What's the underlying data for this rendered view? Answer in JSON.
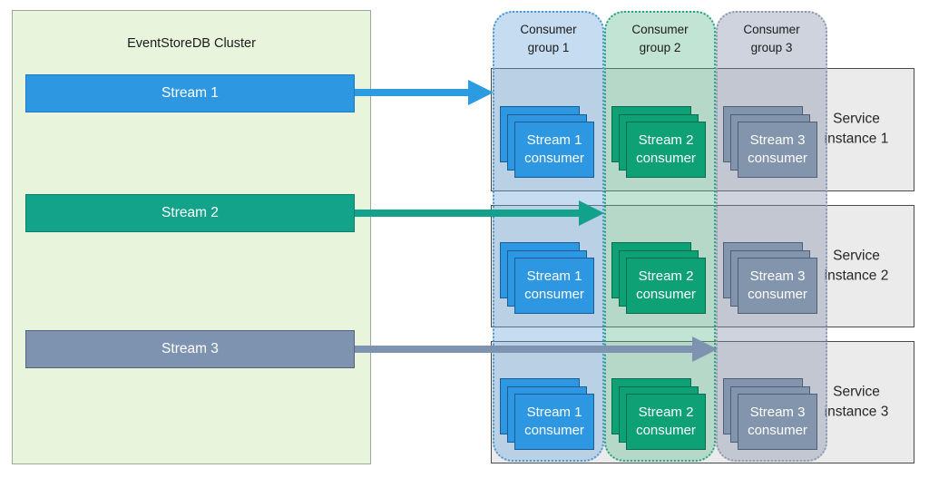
{
  "cluster": {
    "title": "EventStoreDB Cluster",
    "streams": [
      {
        "label": "Stream 1",
        "color": "#2e97e2"
      },
      {
        "label": "Stream 2",
        "color": "#13a28a"
      },
      {
        "label": "Stream 3",
        "color": "#7e93b0"
      }
    ]
  },
  "consumer_groups": [
    {
      "line1": "Consumer",
      "line2": "group 1",
      "fill": "#c6ddf1",
      "border": "#4a96d2"
    },
    {
      "line1": "Consumer",
      "line2": "group 2",
      "fill": "#c2e4d4",
      "border": "#2aa184"
    },
    {
      "line1": "Consumer",
      "line2": "group 3",
      "fill": "#ced3de",
      "border": "#8f99ad"
    }
  ],
  "service_instances": [
    {
      "line1": "Service",
      "line2": "instance 1"
    },
    {
      "line1": "Service",
      "line2": "instance 2"
    },
    {
      "line1": "Service",
      "line2": "instance 3"
    }
  ],
  "consumer_cells": [
    {
      "line1": "Stream 1",
      "line2": "consumer"
    },
    {
      "line1": "Stream 2",
      "line2": "consumer"
    },
    {
      "line1": "Stream 3",
      "line2": "consumer"
    },
    {
      "line1": "Stream 1",
      "line2": "consumer"
    },
    {
      "line1": "Stream 2",
      "line2": "consumer"
    },
    {
      "line1": "Stream 3",
      "line2": "consumer"
    },
    {
      "line1": "Stream 1",
      "line2": "consumer"
    },
    {
      "line1": "Stream 2",
      "line2": "consumer"
    },
    {
      "line1": "Stream 3",
      "line2": "consumer"
    }
  ],
  "arrows": [
    {
      "from": "Stream 1",
      "to": "Consumer group 1",
      "color": "#2b9ce2"
    },
    {
      "from": "Stream 2",
      "to": "Consumer group 2",
      "color": "#12a28b"
    },
    {
      "from": "Stream 3",
      "to": "Consumer group 3",
      "color": "#7e93b0"
    }
  ],
  "colors": {
    "cluster_fill": "#e9f4dd",
    "service_row_fill": "#ebebeb",
    "stream1_blue": "#2e97e2",
    "stream2_green": "#13a28a",
    "stream3_slate": "#7e93b0"
  }
}
